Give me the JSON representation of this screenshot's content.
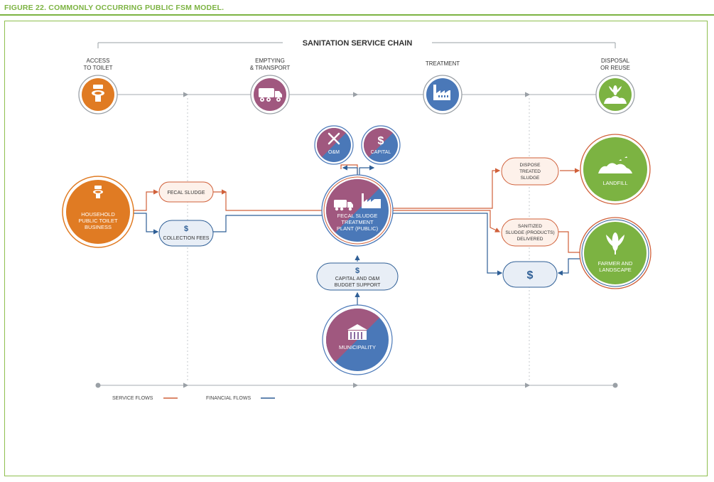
{
  "figure_title": "FIGURE 22. COMMONLY OCCURRING PUBLIC FSM MODEL.",
  "chain_title": "SANITATION SERVICE CHAIN",
  "stages": [
    {
      "line1": "ACCESS",
      "line2": "TO TOILET",
      "icon": "toilet-icon"
    },
    {
      "line1": "EMPTYING",
      "line2": "& TRANSPORT",
      "icon": "truck-icon"
    },
    {
      "line1": "TREATMENT",
      "line2": "",
      "icon": "factory-icon"
    },
    {
      "line1": "DISPOSAL",
      "line2": "OR REUSE",
      "icon": "plant-icon"
    }
  ],
  "nodes": {
    "household": [
      "HOUSEHOLD",
      "PUBLIC TOILET",
      "BUSINESS"
    ],
    "plant": [
      "FECAL SLUDGE",
      "TREATMENT",
      "PLANT (PUBLIC)"
    ],
    "om": "O&M",
    "capital": "CAPITAL",
    "municipality": "MUNICIPALITY",
    "landfill": "LANDFILL",
    "farmer": [
      "FARMER AND",
      "LANDSCAPE"
    ]
  },
  "flows": {
    "fecal_sludge": "FECAL SLUDGE",
    "collection_fees": "COLLECTION FEES",
    "budget_support": [
      "CAPITAL AND O&M",
      "BUDGET SUPPORT"
    ],
    "dispose": [
      "DISPOSE",
      "TREATED",
      "SLUDGE"
    ],
    "sanitized": [
      "SANITIZED",
      "SLUDGE (PRODUCTS)",
      "DELIVERED"
    ],
    "dollar": "$"
  },
  "legend": {
    "service": "SERVICE FLOWS",
    "financial": "FINANCIAL FLOWS"
  },
  "colors": {
    "green": "#7cb342",
    "orange": "#e07b23",
    "purple": "#a0587f",
    "blue": "#4a78b8",
    "service_line": "#d0603a",
    "financial_line": "#2f5f96"
  }
}
